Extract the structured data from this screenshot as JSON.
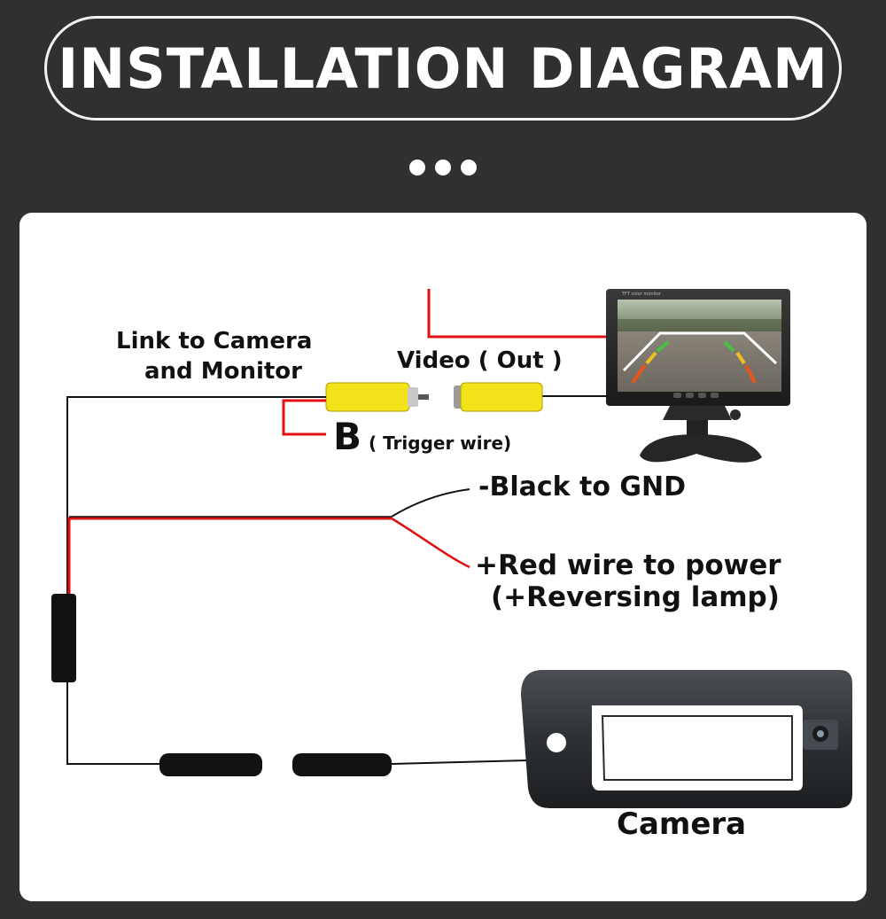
{
  "header": {
    "title": "INSTALLATION DIAGRAM"
  },
  "diagram": {
    "link_label_line1": "Link to Camera",
    "link_label_line2": "and Monitor",
    "video_label": "Video ( Out )",
    "trigger_letter": "B",
    "trigger_label": "( Trigger wire)",
    "black_wire_label": "-Black to GND",
    "red_wire_line1": "+Red wire to power",
    "red_wire_line2": "(+Reversing lamp)",
    "camera_label": "Camera",
    "monitor_screen_text": "TFT color monitor"
  },
  "colors": {
    "background": "#303030",
    "panel": "#ffffff",
    "red_wire": "#e01010",
    "black_wire": "#111111",
    "rca_yellow": "#f2e21a"
  }
}
